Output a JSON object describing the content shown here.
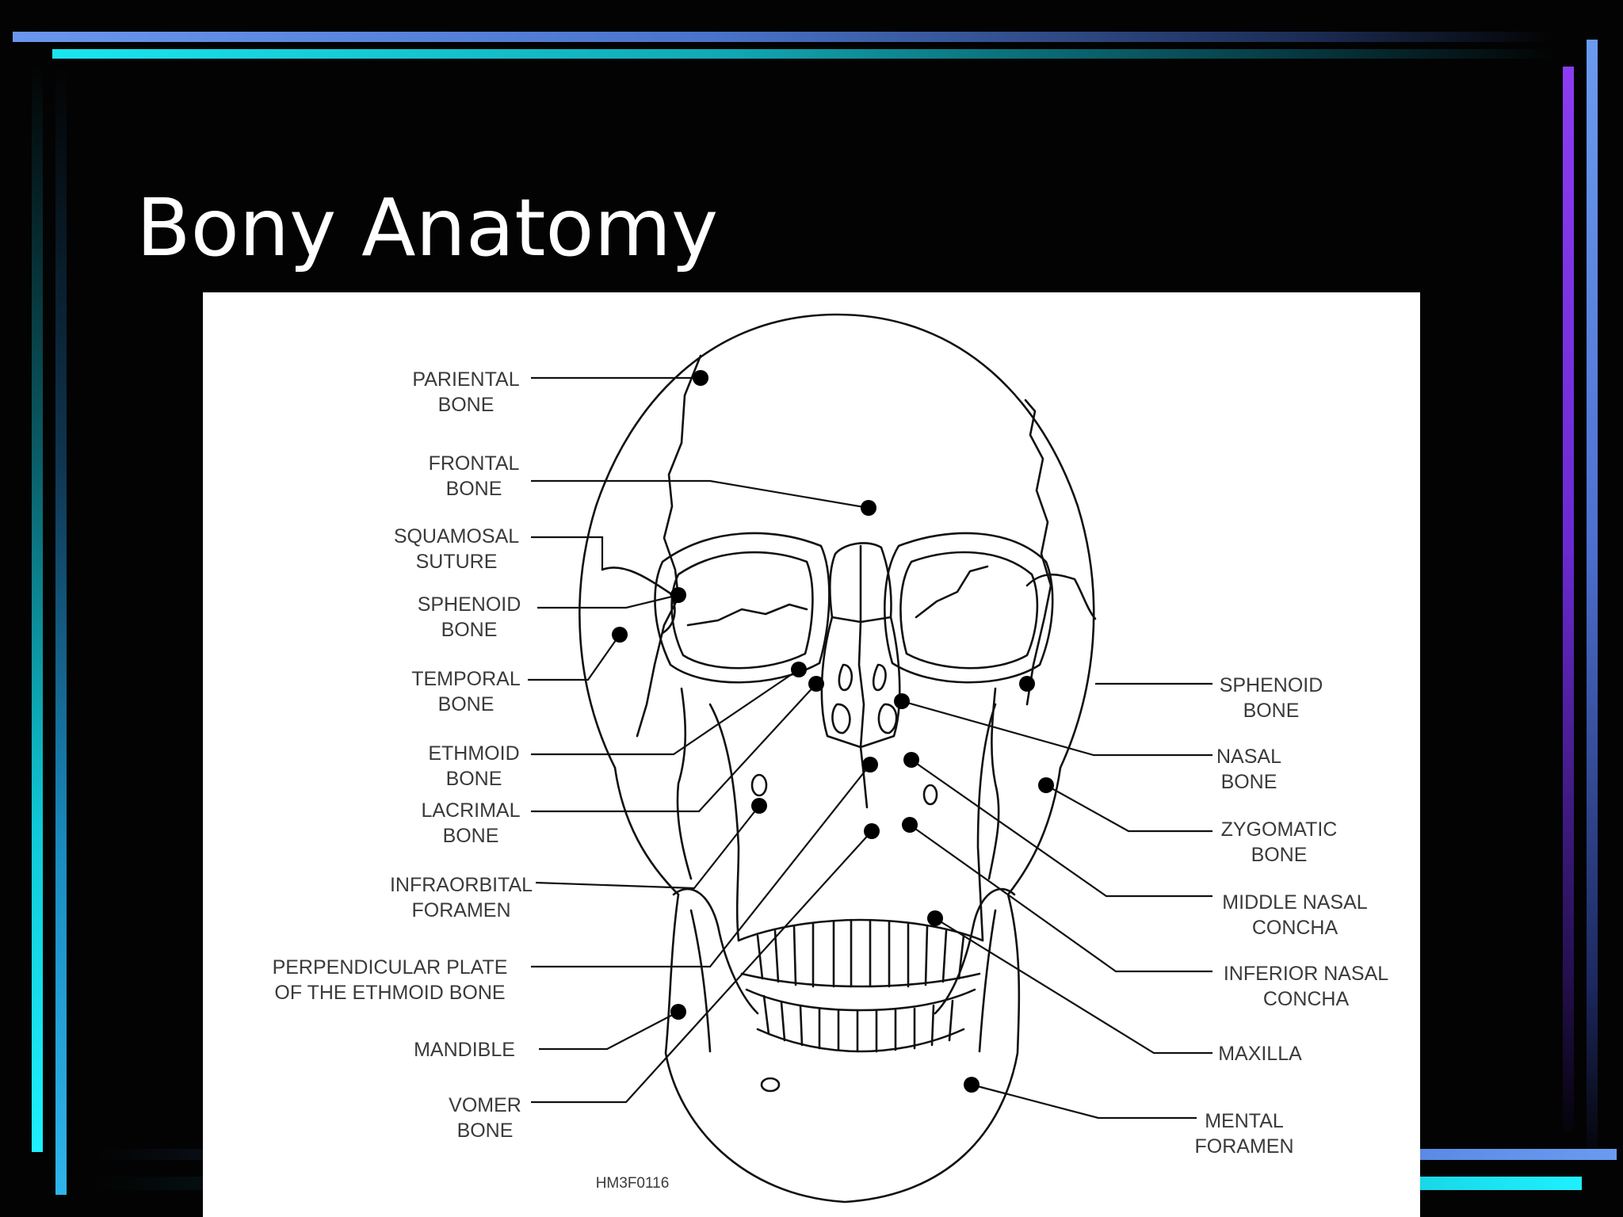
{
  "slide": {
    "title": "Bony Anatomy"
  },
  "diagram": {
    "labels_left": [
      {
        "line1": "PARIENTAL",
        "line2": "BONE"
      },
      {
        "line1": "FRONTAL",
        "line2": "BONE"
      },
      {
        "line1": "SQUAMOSAL",
        "line2": "SUTURE"
      },
      {
        "line1": "SPHENOID",
        "line2": "BONE"
      },
      {
        "line1": "TEMPORAL",
        "line2": "BONE"
      },
      {
        "line1": "ETHMOID",
        "line2": "BONE"
      },
      {
        "line1": "LACRIMAL",
        "line2": "BONE"
      },
      {
        "line1": "INFRAORBITAL",
        "line2": "FORAMEN"
      },
      {
        "line1": "PERPENDICULAR PLATE",
        "line2": "OF THE ETHMOID BONE"
      },
      {
        "line1": "MANDIBLE",
        "line2": ""
      },
      {
        "line1": "VOMER",
        "line2": "BONE"
      }
    ],
    "labels_right": [
      {
        "line1": "SPHENOID",
        "line2": "BONE"
      },
      {
        "line1": "NASAL",
        "line2": "BONE"
      },
      {
        "line1": "ZYGOMATIC",
        "line2": "BONE"
      },
      {
        "line1": "MIDDLE NASAL",
        "line2": "CONCHA"
      },
      {
        "line1": "INFERIOR NASAL",
        "line2": "CONCHA"
      },
      {
        "line1": "MAXILLA",
        "line2": ""
      },
      {
        "line1": "MENTAL",
        "line2": "FORAMEN"
      }
    ],
    "figure_code": "HM3F0116"
  },
  "theme": {
    "background": "#030303",
    "accent_cyan": "#00e5ee",
    "accent_blue": "#5a8ce6",
    "accent_purple": "#8a3cf0"
  }
}
